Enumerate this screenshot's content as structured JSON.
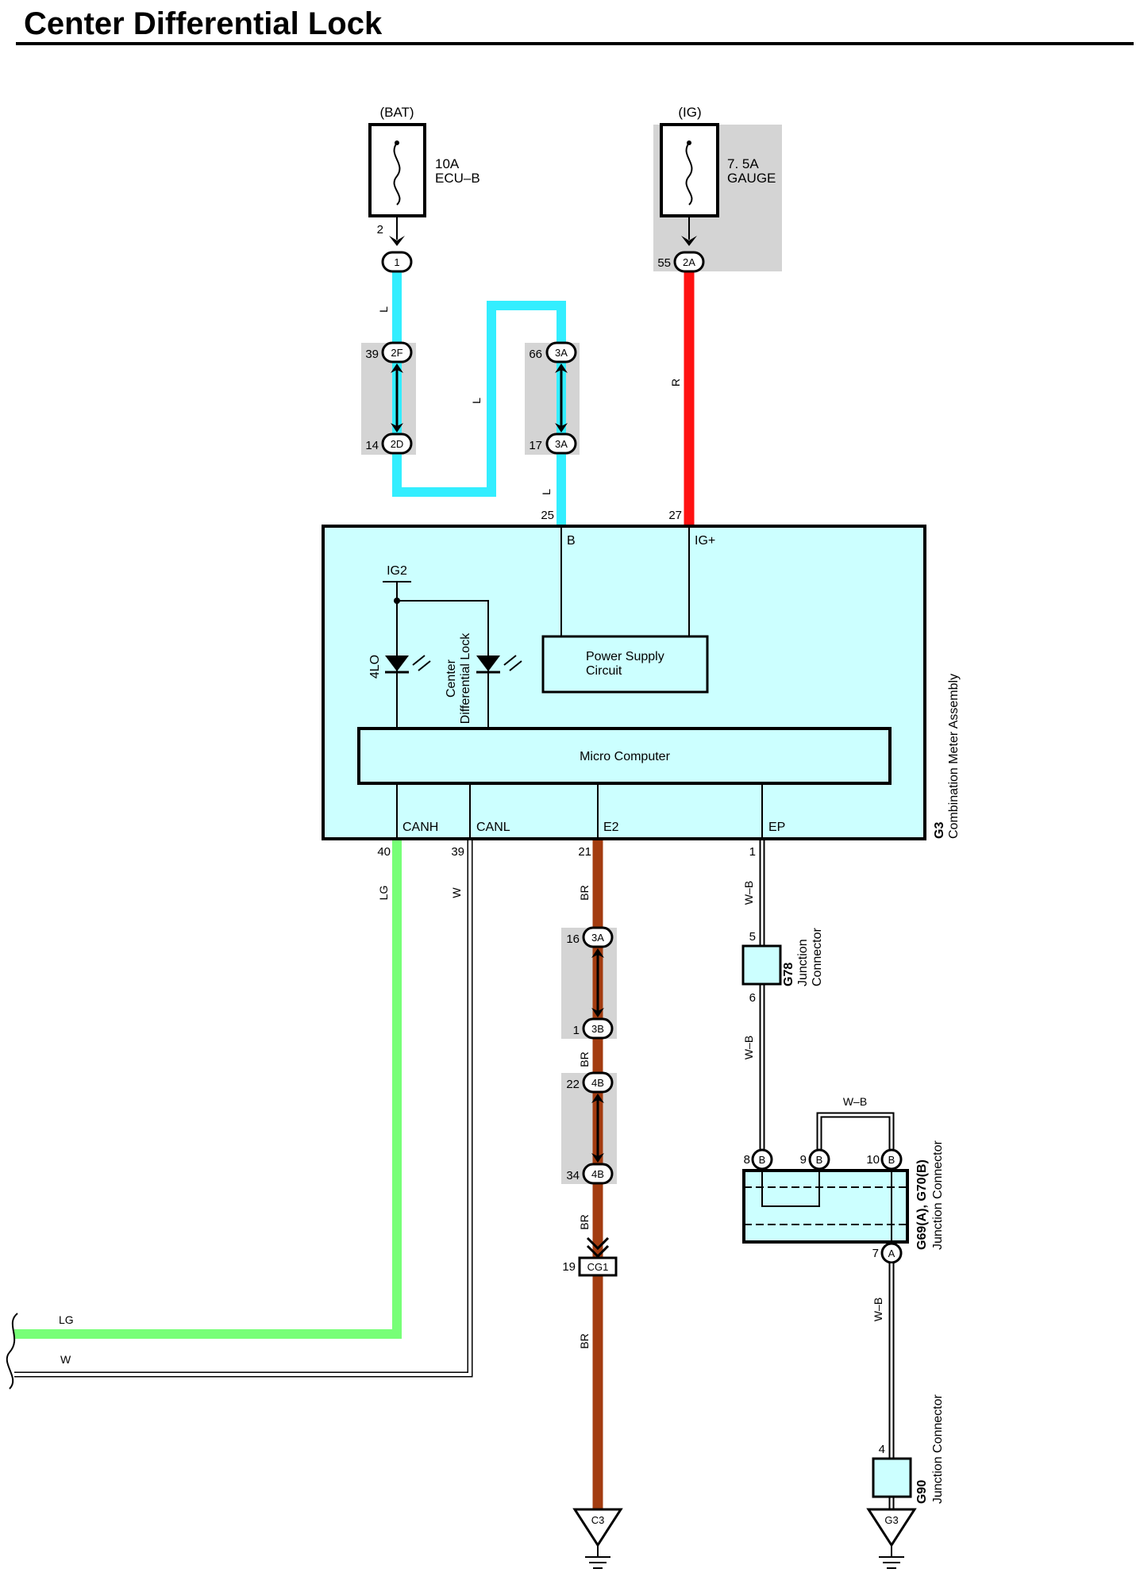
{
  "title": "Center Differential Lock",
  "fuses": {
    "bat": {
      "source": "(BAT)",
      "rating": "10A",
      "name": "ECU–B"
    },
    "ig": {
      "source": "(IG)",
      "rating": "7. 5A",
      "name": "GAUGE"
    }
  },
  "connectors": {
    "c1": {
      "pin": "2",
      "id": "1"
    },
    "c2a_55": {
      "pin": "55",
      "id": "2A"
    },
    "c2f": {
      "pin": "39",
      "id": "2F"
    },
    "c2d": {
      "pin": "14",
      "id": "2D"
    },
    "c3a_66": {
      "pin": "66",
      "id": "3A"
    },
    "c3a_17": {
      "pin": "17",
      "id": "3A"
    },
    "c3a_16": {
      "pin": "16",
      "id": "3A"
    },
    "c3b": {
      "pin": "1",
      "id": "3B"
    },
    "c4b_22": {
      "pin": "22",
      "id": "4B"
    },
    "c4b_34": {
      "pin": "34",
      "id": "4B"
    },
    "cg1": {
      "pin": "19",
      "id": "CG1"
    },
    "j8": {
      "pin": "8",
      "id": "B"
    },
    "j9": {
      "pin": "9",
      "id": "B"
    },
    "j10": {
      "pin": "10",
      "id": "B"
    },
    "j7": {
      "pin": "7",
      "id": "A"
    }
  },
  "wire_colors": {
    "L": "L",
    "R": "R",
    "LG": "LG",
    "W": "W",
    "BR": "BR",
    "WB": "W–B"
  },
  "colors": {
    "L": "#33eeff",
    "R": "#ff1111",
    "LG": "#77ff77",
    "W": "#ffffff",
    "BR": "#a33c10",
    "assembly_fill": "#ccffff",
    "shade": "#d4d4d4"
  },
  "meter": {
    "pins": {
      "b_num": "25",
      "b": "B",
      "ig_num": "27",
      "ig": "IG+",
      "canh_num": "40",
      "canh": "CANH",
      "canl_num": "39",
      "canl": "CANL",
      "e2_num": "21",
      "e2": "E2",
      "ep_num": "1",
      "ep": "EP"
    },
    "ig2": "IG2",
    "led1": "4LO",
    "led2_line1": "Center",
    "led2_line2": "Differential Lock",
    "psu_line1": "Power Supply",
    "psu_line2": "Circuit",
    "micro": "Micro Computer",
    "code": "G3",
    "name": "Combination Meter Assembly"
  },
  "g78": {
    "pin_top": "5",
    "pin_bottom": "6",
    "code": "G78",
    "line1": "Junction",
    "line2": "Connector"
  },
  "g69": {
    "code": "G69(A), G70(B)",
    "name": "Junction Connector"
  },
  "g90": {
    "pin": "4",
    "code": "G90",
    "name": "Junction Connector"
  },
  "grounds": {
    "c3": "C3",
    "g3": "G3"
  }
}
